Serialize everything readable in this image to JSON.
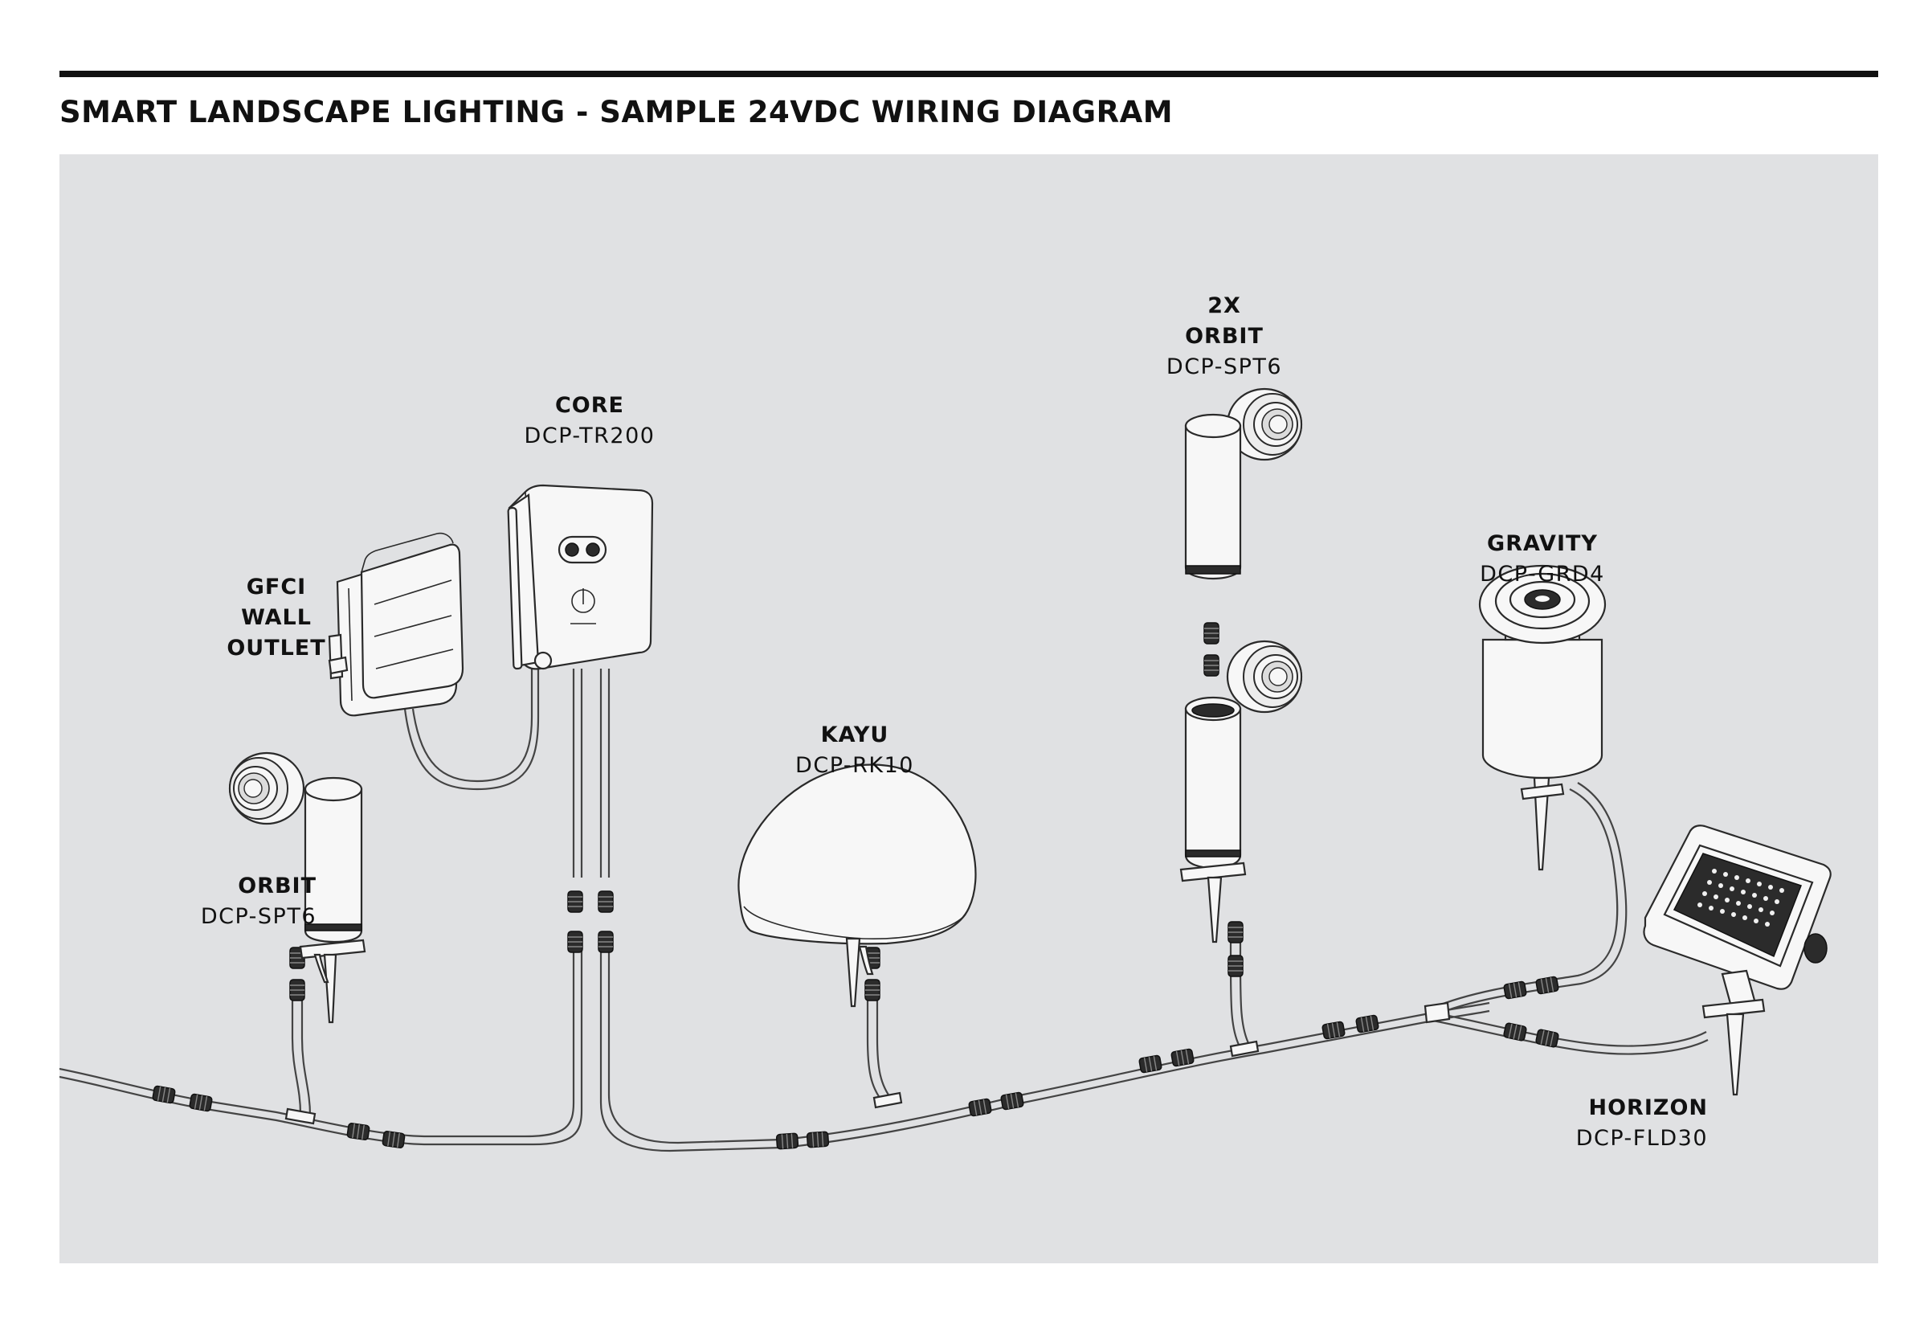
{
  "title": "SMART LANDSCAPE LIGHTING - SAMPLE 24VDC WIRING DIAGRAM",
  "colors": {
    "panel_background": "#e0e1e3",
    "line": "#2a2a2a",
    "rule": "#111111"
  },
  "components": {
    "gfci": {
      "name_line1": "GFCI",
      "name_line2": "WALL",
      "name_line3": "OUTLET"
    },
    "core": {
      "name": "CORE",
      "model": "DCP-TR200"
    },
    "orbit_left": {
      "name": "ORBIT",
      "model": "DCP-SPT6"
    },
    "kayu": {
      "name": "KAYU",
      "model": "DCP-RK10"
    },
    "orbit_pair": {
      "name_line1": "2X",
      "name_line2": "ORBIT",
      "model": "DCP-SPT6"
    },
    "gravity": {
      "name": "GRAVITY",
      "model": "DCP-GRD4"
    },
    "horizon": {
      "name": "HORIZON",
      "model": "DCP-FLD30"
    }
  }
}
